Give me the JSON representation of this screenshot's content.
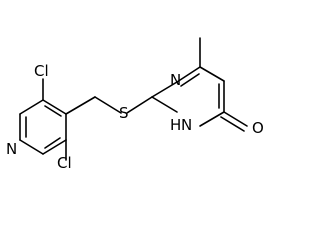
{
  "molecule": {
    "atoms": {
      "cl_top": "Cl",
      "n_pyridine": "N",
      "cl_bottom": "Cl",
      "s_thioether": "S",
      "n_pyrimidine": "N",
      "nh": "H",
      "nh_n": "N",
      "o_carbonyl": "O"
    }
  }
}
